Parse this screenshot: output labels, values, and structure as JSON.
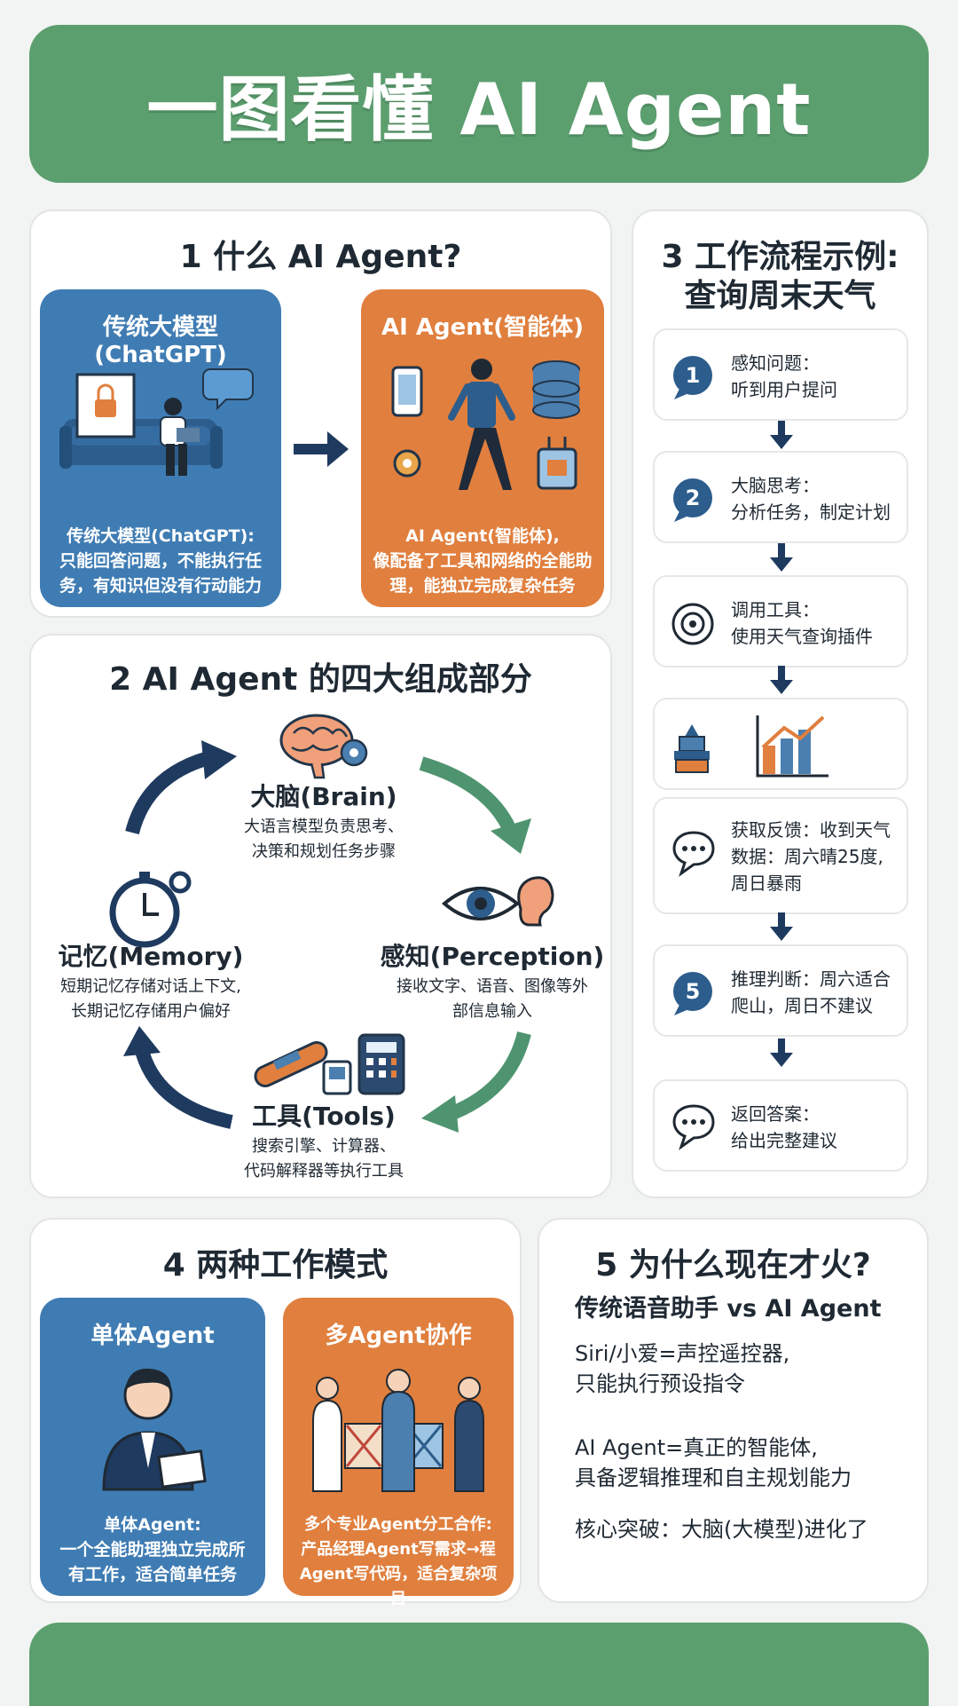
{
  "title": "一图看懂 AI Agent",
  "section1": {
    "title": "1 什么 AI Agent?",
    "traditional": {
      "title": "传统大模型(ChatGPT)",
      "desc_lines": [
        "传统大模型(ChatGPT):",
        "只能回答问题，不能执行任",
        "务，有知识但没有行动能力"
      ]
    },
    "agent": {
      "title": "AI Agent(智能体)",
      "desc_lines": [
        "AI Agent(智能体),",
        "像配备了工具和网络的全能助",
        "理，能独立完成复杂任务"
      ]
    }
  },
  "section2": {
    "title": "2 AI Agent 的四大组成部分",
    "brain": {
      "name": "大脑(Brain)",
      "desc_lines": [
        "大语言模型负责思考、",
        "决策和规划任务步骤"
      ]
    },
    "perception": {
      "name": "感知(Perception)",
      "desc_lines": [
        "接收文字、语音、图像等外",
        "部信息输入"
      ]
    },
    "tools": {
      "name": "工具(Tools)",
      "desc_lines": [
        "搜索引擎、计算器、",
        "代码解释器等执行工具"
      ]
    },
    "memory": {
      "name": "记忆(Memory)",
      "desc_lines": [
        "短期记忆存储对话上下文,",
        "长期记忆存储用户偏好"
      ]
    }
  },
  "section3": {
    "title_lines": [
      "3 工作流程示例:",
      "查询周末天气"
    ],
    "steps": [
      {
        "icon": "step-1-icon",
        "lines": [
          "感知问题：",
          "听到用户提问"
        ]
      },
      {
        "icon": "step-2-icon",
        "lines": [
          "大脑思考：",
          "分析任务，制定计划"
        ]
      },
      {
        "icon": "target-icon",
        "lines": [
          "调用工具：",
          "使用天气查询插件"
        ]
      },
      {
        "icon": "chart-icon",
        "lines": []
      },
      {
        "icon": "chat-bubble-icon",
        "lines": [
          "获取反馈：收到天气",
          "数据：周六晴25度,",
          "周日暴雨"
        ]
      },
      {
        "icon": "step-5-icon",
        "lines": [
          "推理判断：周六适合",
          "爬山，周日不建议"
        ]
      },
      {
        "icon": "chat-bubble-icon",
        "lines": [
          "返回答案：",
          "给出完整建议"
        ]
      }
    ]
  },
  "section4": {
    "title": "4 两种工作模式",
    "single": {
      "title": "单体Agent",
      "desc_lines": [
        "单体Agent:",
        "一个全能助理独立完成所",
        "有工作，适合简单任务"
      ]
    },
    "multi": {
      "title": "多Agent协作",
      "desc_lines": [
        "多个专业Agent分工合作:",
        "产品经理Agent写需求→程",
        "Agent写代码，适合复杂项目"
      ]
    }
  },
  "section5": {
    "title": "5 为什么现在才火?",
    "subtitle": "传统语音助手 vs AI Agent",
    "siri_lines": [
      "Siri/小爱=声控遥控器,",
      "只能执行预设指令"
    ],
    "agent_lines": [
      "AI Agent=真正的智能体,",
      "具备逻辑推理和自主规划能力"
    ],
    "breakthrough": "核心突破：大脑(大模型)进化了"
  },
  "colors": {
    "green": "#5c9f6f",
    "blue": "#3f7cb3",
    "orange": "#e07f3e",
    "navy": "#1f3a5f"
  }
}
